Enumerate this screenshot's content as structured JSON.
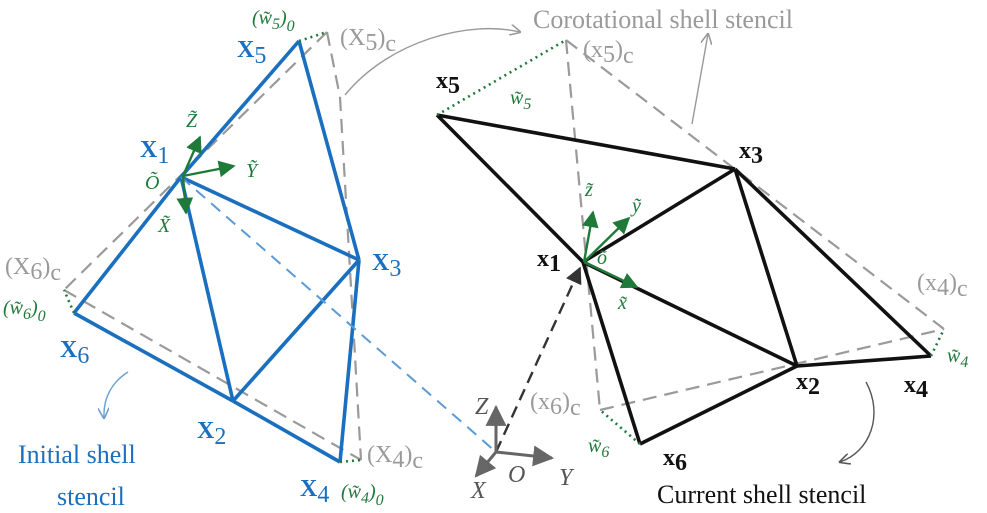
{
  "titles": {
    "corotational": "Corotational shell stencil",
    "initial_line1": "Initial shell",
    "initial_line2": "stencil",
    "current": "Current shell stencil"
  },
  "initial": {
    "X1": "X",
    "X1_sub": "1",
    "X2": "X",
    "X2_sub": "2",
    "X3": "X",
    "X3_sub": "3",
    "X4": "X",
    "X4_sub": "4",
    "X5": "X",
    "X5_sub": "5",
    "X6": "X",
    "X6_sub": "6",
    "frame_Z": "Z̃",
    "frame_Y": "Ỹ",
    "frame_X": "X̃",
    "frame_O": "Õ",
    "w5": "(w̃",
    "w5_sub": "5",
    "w5_close": ")",
    "w5_0": "0",
    "w6": "(w̃",
    "w6_sub": "6",
    "w6_close": ")",
    "w6_0": "0",
    "w4": "(w̃",
    "w4_sub": "4",
    "w4_close": ")",
    "w4_0": "0"
  },
  "corot": {
    "X5c": "(X",
    "X5c_sub": "5",
    "X5c_close": ")",
    "X5c_c": "c",
    "X6c": "(X",
    "X6c_sub": "6",
    "X6c_close": ")",
    "X6c_c": "c",
    "X4c": "(X",
    "X4c_sub": "4",
    "X4c_close": ")",
    "X4c_c": "c",
    "x5c": "(x",
    "x5c_sub": "5",
    "x5c_close": ")",
    "x5c_c": "c",
    "x4c": "(x",
    "x4c_sub": "4",
    "x4c_close": ")",
    "x4c_c": "c",
    "x6c": "(x",
    "x6c_sub": "6",
    "x6c_close": ")",
    "x6c_c": "c"
  },
  "current": {
    "x1": "x",
    "x1_sub": "1",
    "x2": "x",
    "x2_sub": "2",
    "x3": "x",
    "x3_sub": "3",
    "x4": "x",
    "x4_sub": "4",
    "x5": "x",
    "x5_sub": "5",
    "x6": "x",
    "x6_sub": "6",
    "frame_z": "z̃",
    "frame_y": "ỹ",
    "frame_x": "x̃",
    "frame_o": "õ",
    "w5": "w̃",
    "w5_sub": "5",
    "w4": "w̃",
    "w4_sub": "4",
    "w6": "w̃",
    "w6_sub": "6"
  },
  "global_frame": {
    "Z": "Z",
    "Y": "Y",
    "X": "X",
    "O": "O"
  },
  "colors": {
    "blue": "#1a6fbf",
    "black": "#111111",
    "gray": "#9a9a9a",
    "green": "#1f7a3a",
    "axis": "#555555"
  }
}
